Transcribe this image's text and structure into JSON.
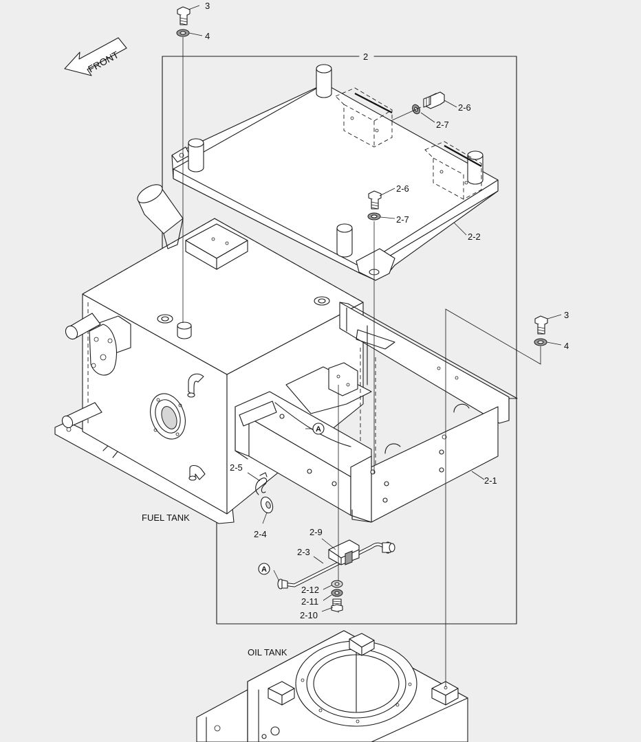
{
  "direction_label": "FRONT",
  "components": {
    "fuel_tank": "FUEL TANK",
    "oil_tank": "OIL TANK"
  },
  "callouts": {
    "c2": "2",
    "c3_top": "3",
    "c4_top": "4",
    "c3_right": "3",
    "c4_right": "4",
    "c2_6_a": "2-6",
    "c2_7_a": "2-7",
    "c2_6_b": "2-6",
    "c2_7_b": "2-7",
    "c2_2": "2-2",
    "c2_1": "2-1",
    "c2_5": "2-5",
    "c2_4": "2-4",
    "c2_9": "2-9",
    "c2_3": "2-3",
    "c2_12": "2-12",
    "c2_11": "2-11",
    "c2_10": "2-10"
  },
  "connection_marker": "A"
}
